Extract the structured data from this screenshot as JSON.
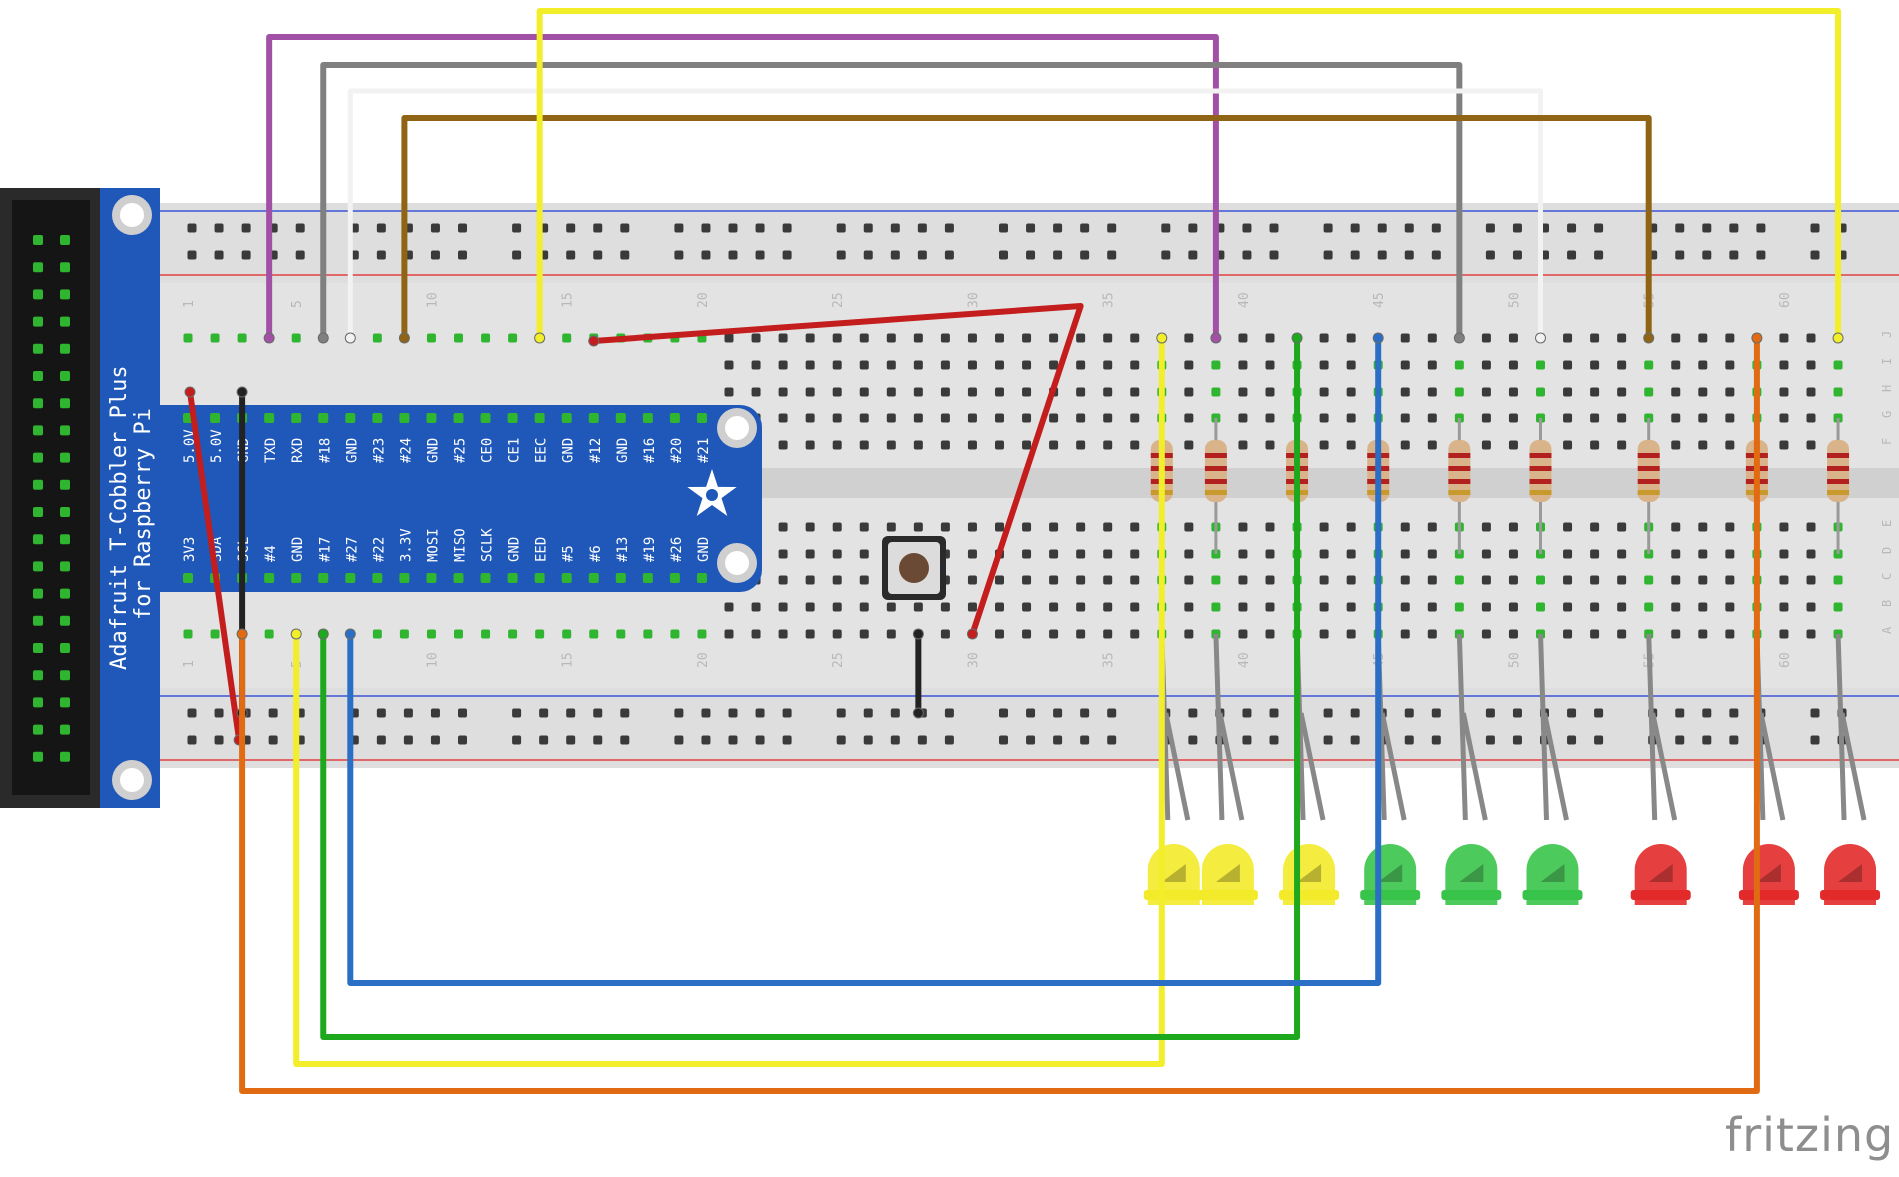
{
  "app": {
    "brand": "fritzing"
  },
  "breadboard": {
    "column_numbers": [
      "1",
      "5",
      "10",
      "15",
      "20",
      "25",
      "30",
      "35",
      "40",
      "45",
      "50",
      "55",
      "60"
    ],
    "row_letters_top": [
      "J",
      "I",
      "H",
      "G",
      "F"
    ],
    "row_letters_bottom": [
      "E",
      "D",
      "C",
      "B",
      "A"
    ]
  },
  "cobbler": {
    "title_line1": "Adafruit T-Cobbler Plus",
    "title_line2": "for Raspberry Pi",
    "top_pins": [
      "5.0V",
      "5.0V",
      "GND",
      "TXD",
      "RXD",
      "#18",
      "GND",
      "#23",
      "#24",
      "GND",
      "#25",
      "CE0",
      "CE1",
      "EEC",
      "GND",
      "#12",
      "GND",
      "#16",
      "#20",
      "#21"
    ],
    "bottom_pins": [
      "3V3",
      "SDA",
      "SCL",
      "#4",
      "GND",
      "#17",
      "#27",
      "#22",
      "3.3V",
      "MOSI",
      "MISO",
      "SCLK",
      "GND",
      "EED",
      "#5",
      "#6",
      "#13",
      "#19",
      "#26",
      "GND"
    ]
  },
  "leds": [
    {
      "color": "yellow"
    },
    {
      "color": "yellow"
    },
    {
      "color": "yellow"
    },
    {
      "color": "green"
    },
    {
      "color": "green"
    },
    {
      "color": "green"
    },
    {
      "color": "red"
    },
    {
      "color": "red"
    },
    {
      "color": "red"
    }
  ],
  "wire_colors": {
    "purple": "#a24fa6",
    "gray": "#808080",
    "white": "#f2f2f2",
    "brown": "#8f6415",
    "yellow": "#f2ef2a",
    "red": "#c41d1d",
    "black": "#222222",
    "green": "#1ea81e",
    "blue": "#2a6ec6",
    "orange": "#e06b12"
  }
}
